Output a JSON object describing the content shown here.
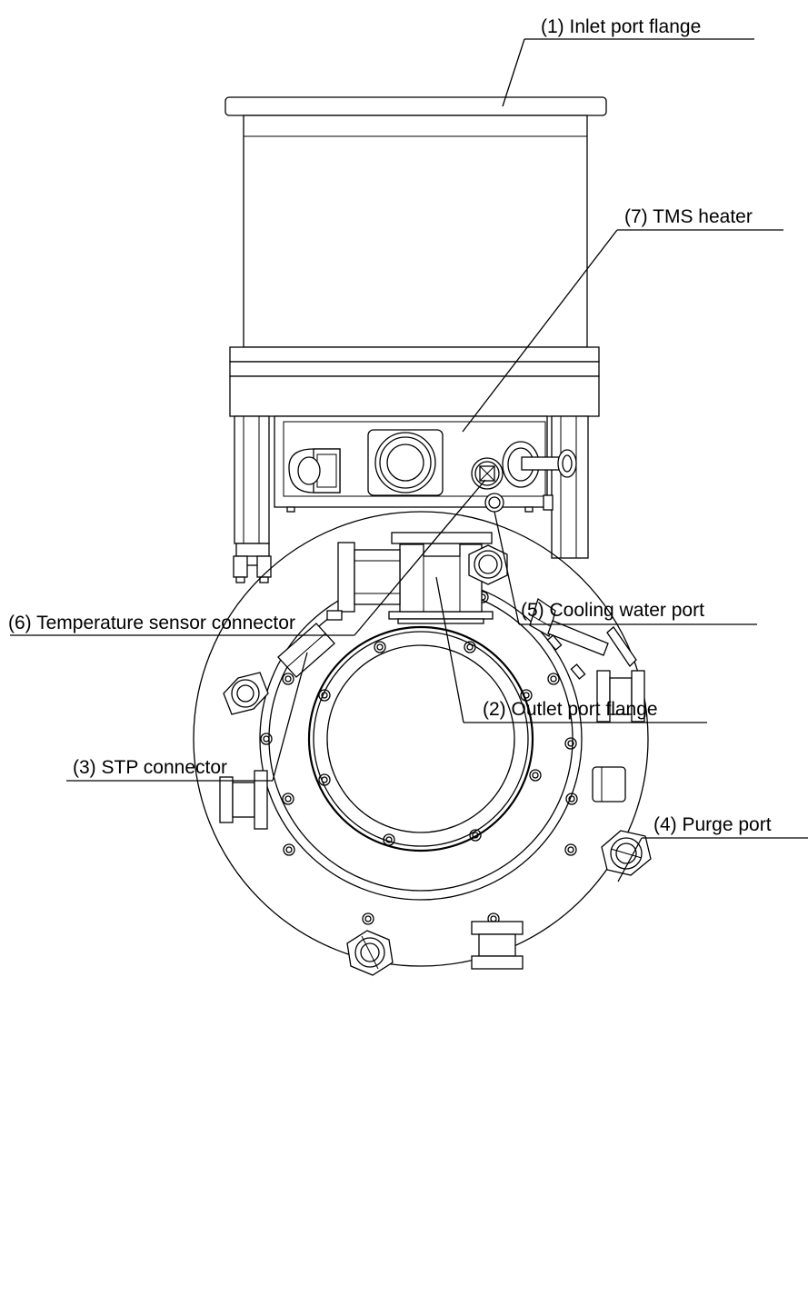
{
  "labels": {
    "inlet_port_flange": "(1) Inlet port flange",
    "outlet_port_flange": "(2) Outlet port flange",
    "stp_connector": "(3) STP connector",
    "purge_port": "(4) Purge port",
    "cooling_water_port": "(5) Cooling water port",
    "temperature_sensor_connector": "(6) Temperature sensor connector",
    "tms_heater": "(7) TMS heater"
  }
}
